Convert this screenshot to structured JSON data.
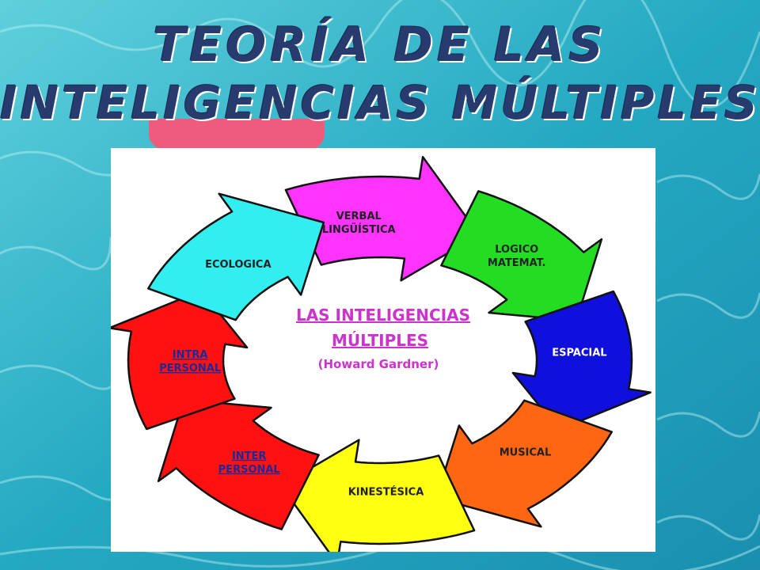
{
  "title": {
    "line1": "TEORÍA DE LAS",
    "line2": "INTELIGENCIAS MÚLTIPLES"
  },
  "diagram": {
    "center": {
      "line1": "LAS INTELIGENCIAS",
      "line2": "MÚLTIPLES",
      "line3": "(Howard Gardner)"
    },
    "segments": [
      {
        "lines": [
          "VERBAL",
          "LINGÜÍSTICA"
        ],
        "color": "#ff33ff"
      },
      {
        "lines": [
          "LOGICO",
          "MATEMAT."
        ],
        "color": "#22dd22"
      },
      {
        "lines": [
          "ESPACIAL"
        ],
        "color": "#1010dd"
      },
      {
        "lines": [
          "MUSICAL"
        ],
        "color": "#ff6611"
      },
      {
        "lines": [
          "KINESTÉSICA"
        ],
        "color": "#ffff11"
      },
      {
        "lines": [
          "INTER",
          "PERSONAL"
        ],
        "color": "#ff1111"
      },
      {
        "lines": [
          "INTRA",
          "PERSONAL"
        ],
        "color": "#ff1111"
      },
      {
        "lines": [
          "ECOLOGICA"
        ],
        "color": "#33eeee"
      }
    ]
  },
  "colors": {
    "title": "#283b6e",
    "center_text": "#cc33cc",
    "water": "#2fb3c8"
  }
}
